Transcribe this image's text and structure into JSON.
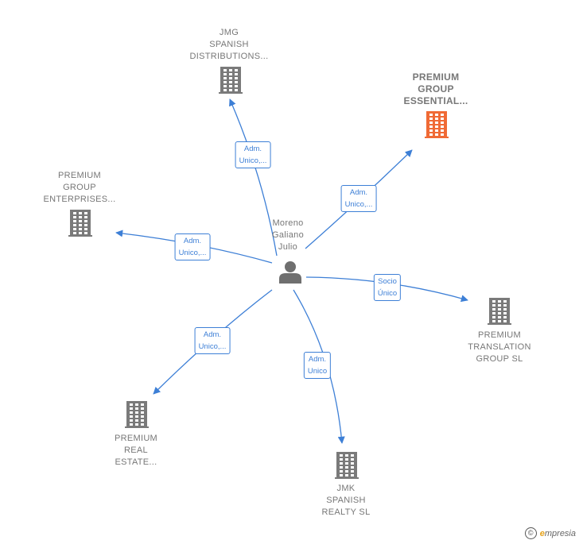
{
  "center": {
    "label_lines": [
      "Moreno",
      "Galiano",
      "Julio"
    ]
  },
  "nodes": [
    {
      "id": "jmg",
      "label_lines": [
        "JMG",
        "SPANISH",
        "DISTRIBUTIONS..."
      ],
      "highlight": false
    },
    {
      "id": "essential",
      "label_lines": [
        "PREMIUM",
        "GROUP",
        "ESSENTIAL..."
      ],
      "highlight": true
    },
    {
      "id": "enterprises",
      "label_lines": [
        "PREMIUM",
        "GROUP",
        "ENTERPRISES..."
      ],
      "highlight": false
    },
    {
      "id": "translation",
      "label_lines": [
        "PREMIUM",
        "TRANSLATION",
        "GROUP  SL"
      ],
      "highlight": false
    },
    {
      "id": "realestate",
      "label_lines": [
        "PREMIUM",
        "REAL",
        "ESTATE..."
      ],
      "highlight": false
    },
    {
      "id": "jmk",
      "label_lines": [
        "JMK",
        "SPANISH",
        "REALTY  SL"
      ],
      "highlight": false
    }
  ],
  "edges": [
    {
      "target": "jmg",
      "label_lines": [
        "Adm.",
        "Unico,..."
      ]
    },
    {
      "target": "essential",
      "label_lines": [
        "Adm.",
        "Unico,..."
      ]
    },
    {
      "target": "enterprises",
      "label_lines": [
        "Adm.",
        "Unico,..."
      ]
    },
    {
      "target": "translation",
      "label_lines": [
        "Socio",
        "Único"
      ]
    },
    {
      "target": "realestate",
      "label_lines": [
        "Adm.",
        "Unico,..."
      ]
    },
    {
      "target": "jmk",
      "label_lines": [
        "Adm.",
        "Unico"
      ]
    }
  ],
  "colors": {
    "edge": "#3d7fd6",
    "building": "#7a7a7a",
    "building_highlight": "#f06a35",
    "person": "#6f6f6f"
  },
  "footer": {
    "copyright": "©",
    "brand_initial": "e",
    "brand_rest": "mpresia"
  }
}
